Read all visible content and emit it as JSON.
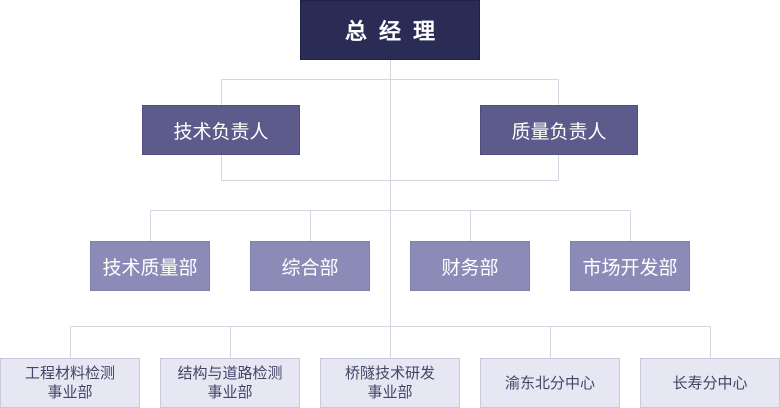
{
  "org": {
    "root": "总经理",
    "level1": [
      "技术负责人",
      "质量负责人"
    ],
    "level2": [
      "技术质量部",
      "综合部",
      "财务部",
      "市场开发部"
    ],
    "level3": [
      [
        "工程材料检测",
        "事业部"
      ],
      [
        "结构与道路检测",
        "事业部"
      ],
      [
        "桥隧技术研发",
        "事业部"
      ],
      [
        "渝东北分中心"
      ],
      [
        "长寿分中心"
      ]
    ]
  },
  "colors": {
    "root_bg": "#2a2c55",
    "level1_bg": "#5c5b8b",
    "level2_bg": "#8c8bb8",
    "level3_bg": "#e7e7f3",
    "connector": "#d6d6e2"
  }
}
